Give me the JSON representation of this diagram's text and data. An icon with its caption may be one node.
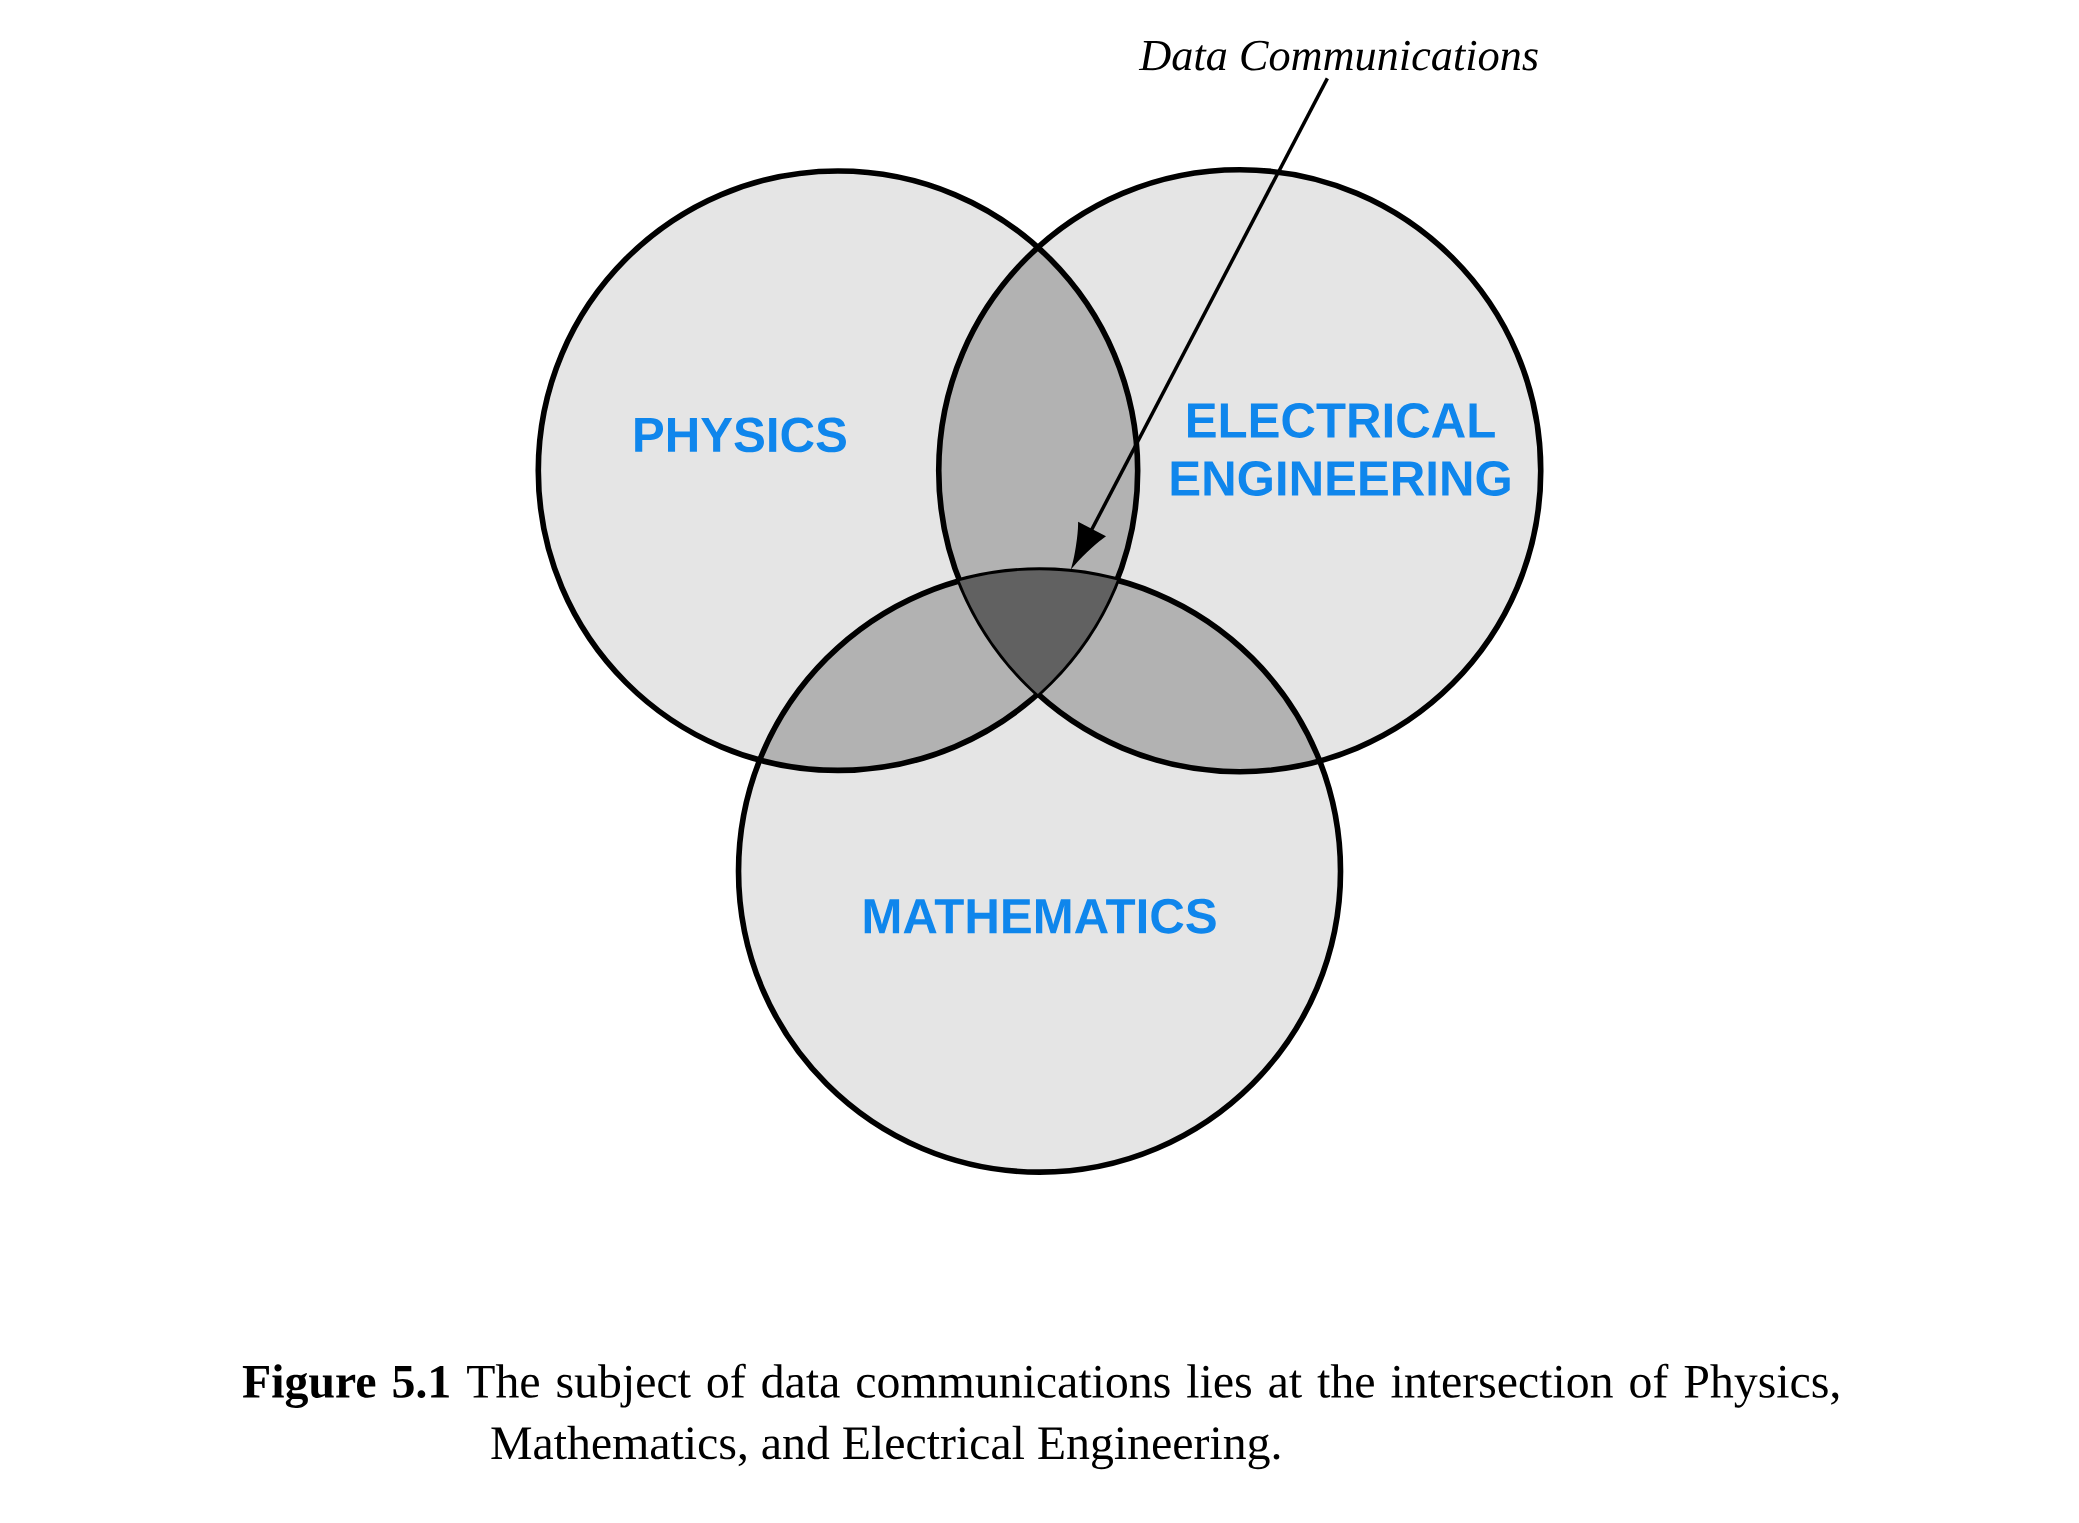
{
  "diagram": {
    "caption": "**Figure 5.1** The subject of data communications lies at the intersection of Physics, Mathematics, and Electrical Engineering.",
    "nodes": [
      {
        "text": [
          "PHYSICS"
        ]
      },
      {
        "text": [
          "ELECTRICAL ENGINEERING"
        ]
      },
      {
        "text": [
          "MATHEMATICS"
        ]
      },
      {
        "text": [
          "Data Communications"
        ]
      },
      {
        "text": [],
        "shape": "region"
      }
    ],
    "edges": [
      {
        "from": 3,
        "to": 4,
        "arrow": "to"
      }
    ]
  }
}
